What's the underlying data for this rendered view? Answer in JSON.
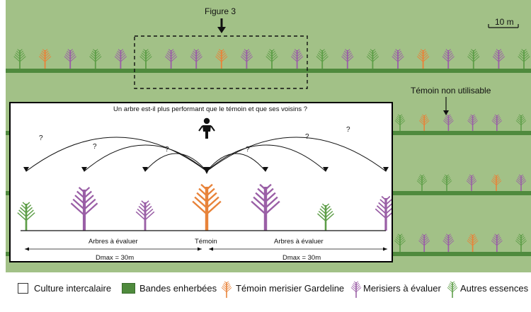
{
  "figure_ref": "Figure 3",
  "scale_label": "10 m",
  "temoin_non_utilisable": "Témoin non utilisable",
  "inset": {
    "question": "Un arbre est-il plus performant que le témoin et que ses voisins ?",
    "question_marks": [
      "?",
      "?",
      "?",
      "?",
      "?",
      "?"
    ],
    "label_left": "Arbres à évaluer",
    "label_center": "Témoin",
    "label_right": "Arbres à évaluer",
    "dmax_left": "Dmax = 30m",
    "dmax_right": "Dmax = 30m",
    "trees": [
      "autre",
      "merisier",
      "merisier",
      "temoin",
      "merisier",
      "autre",
      "merisier"
    ]
  },
  "legend": {
    "culture": "Culture intercalaire",
    "bandes": "Bandes enherbées",
    "temoin": "Témoin merisier Gardeline",
    "merisiers": "Merisiers à évaluer",
    "autres": "Autres essences"
  },
  "rows": {
    "row1": [
      "autre",
      "temoin",
      "merisier",
      "autre",
      "merisier",
      "autre",
      "merisier",
      "merisier",
      "temoin",
      "merisier",
      "autre",
      "merisier",
      "autre",
      "merisier",
      "autre",
      "merisier",
      "temoin",
      "merisier",
      "autre",
      "merisier",
      "autre"
    ],
    "row2_visible": [
      "autre",
      "temoin",
      "merisier",
      "merisier",
      "merisier",
      "autre"
    ],
    "row3_visible": [
      "autre",
      "autre",
      "merisier",
      "temoin",
      "merisier"
    ],
    "row4_visible": [
      "autre",
      "merisier",
      "merisier",
      "temoin",
      "merisier",
      "autre"
    ]
  },
  "colors": {
    "field": "#a2c187",
    "band": "#4f8a3d",
    "temoin": "#e8833a",
    "merisier": "#9a5fa6",
    "autre": "#5e9e48"
  }
}
